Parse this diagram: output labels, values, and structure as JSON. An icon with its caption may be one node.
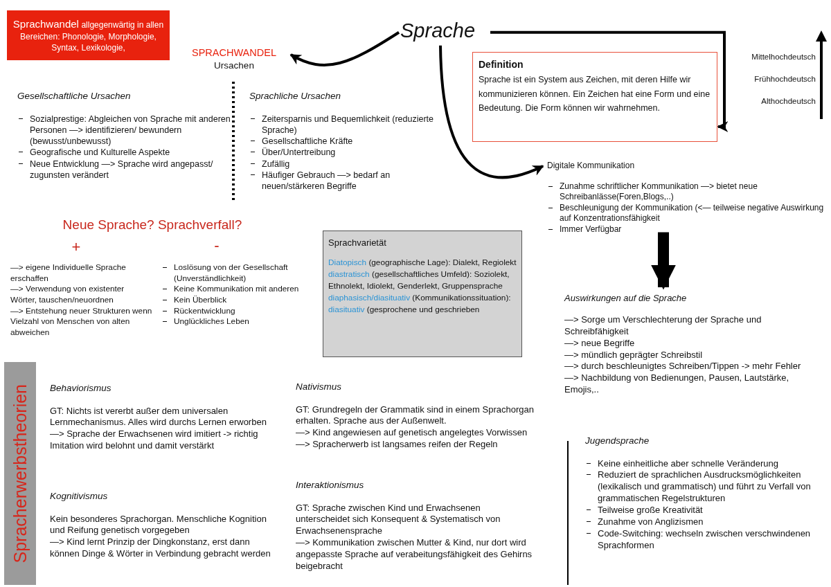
{
  "diagram": {
    "nodes": [
      {
        "text": [
          "Sprachwandel",
          "allgegenwärtig in allen Bereichen: Phonologie, Morphologie, Syntax, Lexikologie,"
        ]
      },
      {
        "text": [
          "Sprache"
        ]
      },
      {
        "text": [
          "SPRACHWANDEL",
          "Ursachen"
        ]
      },
      {
        "text": [
          "Definition",
          "Sprache ist ein System aus Zeichen, mit deren Hilfe wir kommunizieren können. Ein Zeichen hat eine Form und eine Bedeutung. Die Form können wir wahrnehmen."
        ]
      },
      {
        "text": [
          "Digitale Kommunikation",
          "Zunahme schriftlicher Kommunikation —> bietet neue Schreibanlässe(Foren,Blogs,..)",
          "Beschleunigung der Kommunikation (<— teilweise negative Auswirkung auf Konzentrationsfähigkeit",
          "Immer Verfügbar"
        ]
      },
      {
        "text": [
          "Sprachvarietät",
          "Diatopisch",
          "(geographische Lage): Dialekt, Regiolekt",
          "diastratisch",
          "(gesellschaftliches Umfeld): Soziolekt, Ethnolekt, Idiolekt, Genderlekt, Gruppensprache",
          "diaphasisch/diasituativ",
          "(Kommunikationssituation):",
          "diasituativ",
          "(gesprochene und geschrieben"
        ]
      },
      {
        "text": [
          "Auswirkungen auf die Sprache",
          "—> Sorge um Verschlechterung der Sprache und Schreibfähigkeit",
          "—> neue Begriffe",
          "—> mündlich geprägter Schreibstil",
          "—> durch beschleunigtes Schreiben/Tippen -> mehr Fehler",
          "—> Nachbildung von Bedienungen, Pausen, Lautstärke, Emojis,.."
        ]
      },
      {
        "text": [
          "Spracherwerbstheorien"
        ]
      }
    ],
    "edges": [
      {
        "from": 1,
        "to": 2,
        "arrow": "to"
      },
      {
        "from": 1,
        "to": 3,
        "arrow": "to"
      },
      {
        "from": 1,
        "to": 4,
        "arrow": "to"
      },
      {
        "from": 4,
        "to": 6,
        "arrow": "to",
        "style": "thick"
      }
    ],
    "labels": [
      "Gesellschaftliche Ursachen",
      "Sozialprestige: Abgleichen von Sprache mit anderen Personen —> identifizieren/ bewundern (bewusst/unbewusst)",
      "Geografische und Kulturelle Aspekte",
      "Neue Entwicklung —> Sprache wird angepasst/ zugunsten verändert",
      "Sprachliche Ursachen",
      "Zeitersparnis und Bequemlichkeit (reduzierte Sprache)",
      "Gesellschaftliche Kräfte",
      "Über/Untertreibung",
      "Zufällig",
      "Häufiger Gebrauch —> bedarf an neuen/stärkeren Begriffe",
      "Mittelhochdeutsch",
      "Frühhochdeutsch",
      "Althochdeutsch",
      "Neue Sprache? Sprachverfall?",
      "+",
      "-",
      "—> eigene Individuelle Sprache erschaffen",
      "—> Verwendung von existenter Wörter, tauschen/neuordnen",
      "—> Entstehung neuer Strukturen wenn Vielzahl von Menschen von alten abweichen",
      "Loslösung von der Gesellschaft (Unverständlichkeit)",
      "Keine Kommunikation mit anderen",
      "Kein Überblick",
      "Rückentwicklung",
      "Unglückliches Leben",
      "Behaviorismus",
      "GT: Nichts ist vererbt außer dem universalen Lernmechanismus. Alles wird durchs Lernen erworben",
      "—> Sprache der Erwachsenen wird imitiert -> richtig Imitation wird belohnt und damit verstärkt",
      "Kognitivismus",
      "Kein besonderes Sprachorgan. Menschliche Kognition und Reifung genetisch vorgegeben",
      "—> Kind lernt Prinzip der Dingkonstanz, erst dann können Dinge & Wörter in Verbindung gebracht werden",
      "Nativismus",
      "GT: Grundregeln der Grammatik sind in einem Sprachorgan erhalten. Sprache aus der Außenwelt.",
      "—> Kind angewiesen auf genetisch angelegtes Vorwissen",
      "—> Spracherwerb ist langsames reifen der Regeln",
      "Interaktionismus",
      "GT: Sprache zwischen Kind und Erwachsenen unterscheidet sich Konsequent & Systematisch von Erwachsenensprache",
      "—> Kommunikation zwischen Mutter & Kind, nur dort wird angepasste Sprache auf verabeitungsfähigkeit des Gehirns beigebracht",
      "Jugendsprache",
      "Keine einheitliche aber schnelle Veränderung",
      "Reduziert de sprachlichen Ausdrucksmöglichkeiten (lexikalisch und grammatisch) und führt zu Verfall von grammatischen Regelstrukturen",
      "Teilweise große Kreativität",
      "Zunahme von Anglizismen",
      "Code-Switching: wechseln zwischen verschwindenen Sprachformen"
    ]
  }
}
